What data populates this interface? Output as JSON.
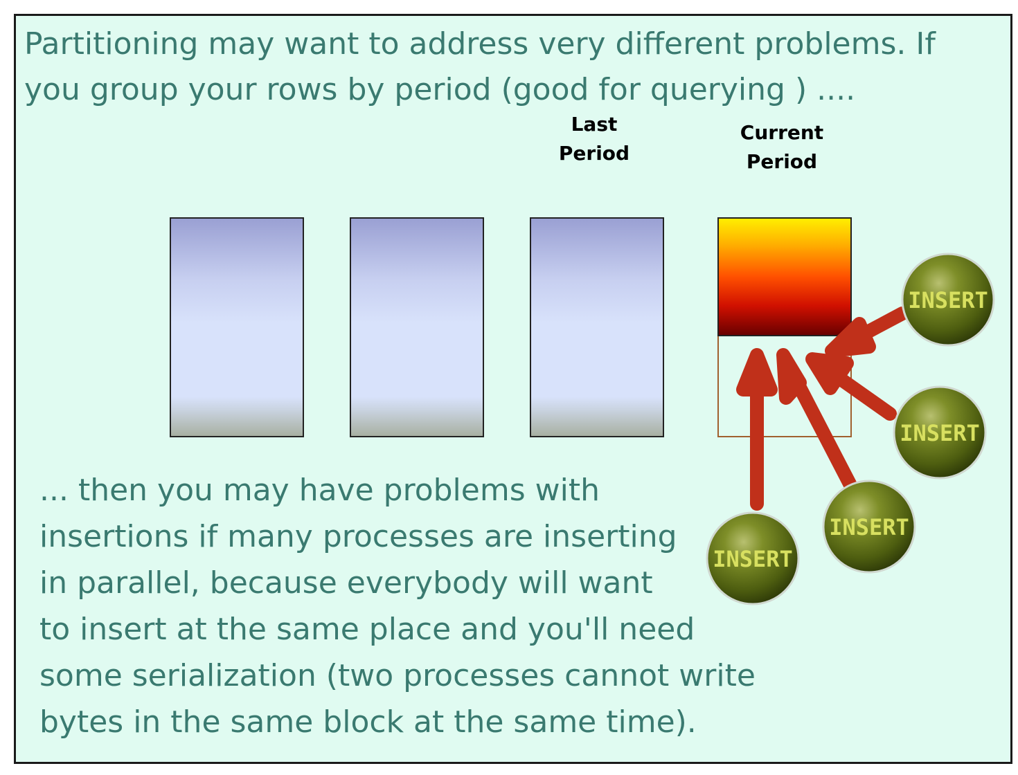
{
  "slide": {
    "intro_text": "Partitioning may want to address very different problems. If you group your rows by period (good for querying ) ....",
    "label_last": "Last Period",
    "label_current": "Current Period",
    "outro_lines": [
      "... then you may have problems with",
      "insertions if many processes are inserting",
      "in parallel, because everybody will want",
      "to insert at the same place and you'll need",
      "some serialization (two processes cannot write",
      "bytes in the same block at the same time)."
    ],
    "insert_label": "INSERT"
  },
  "colors": {
    "text": "#3a7a70",
    "background": "#e0fbf1",
    "arrow": "#c0301a",
    "ball": "#6a7a1a",
    "insert_text": "#d8e060"
  }
}
